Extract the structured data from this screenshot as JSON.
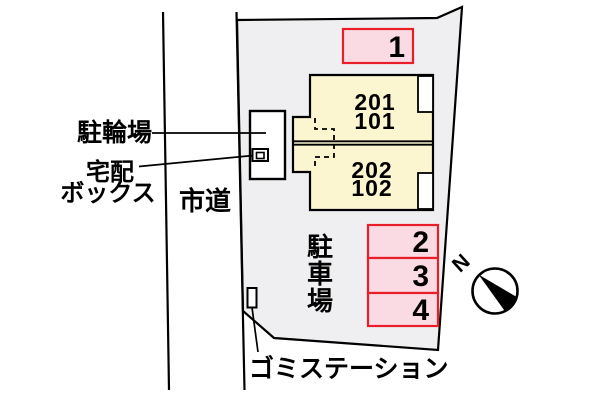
{
  "labels": {
    "bicycle_parking": "駐輪場",
    "delivery_box_line1": "宅配",
    "delivery_box_line2": "ボックス",
    "city_road": "市道",
    "garbage_station": "ゴミステーション"
  },
  "parking": {
    "label_vertical": [
      "駐",
      "車",
      "場"
    ],
    "spaces": [
      "1",
      "2",
      "3",
      "4"
    ]
  },
  "building": {
    "units": [
      {
        "upper": "201",
        "lower": "101"
      },
      {
        "upper": "202",
        "lower": "102"
      }
    ]
  },
  "compass": {
    "north": "N"
  },
  "colors": {
    "site_fill": "#efeff1",
    "building_fill": "#fbf5d0",
    "parking_space_fill": "#fbdbe3",
    "parking_space_border": "#e81e28",
    "line": "#000000"
  }
}
